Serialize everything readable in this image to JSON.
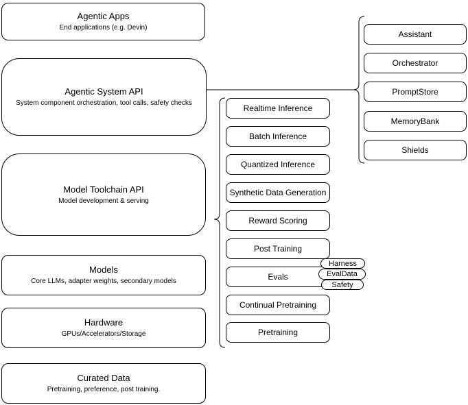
{
  "diagram": {
    "colors": {
      "stroke": "#000000",
      "background": "#ffffff",
      "text": "#000000"
    },
    "left_column": [
      {
        "title": "Agentic Apps",
        "subtitle": "End applications (e.g. Devin)"
      },
      {
        "title": "Agentic System API",
        "subtitle": "System component orchestration, tool calls, safety checks"
      },
      {
        "title": "Model Toolchain API",
        "subtitle": "Model development & serving"
      },
      {
        "title": "Models",
        "subtitle": "Core LLMs, adapter weights, secondary models"
      },
      {
        "title": "Hardware",
        "subtitle": "GPUs/Accelerators/Storage"
      },
      {
        "title": "Curated Data",
        "subtitle": "Pretraining, preference, post training."
      }
    ],
    "toolchain_components": [
      "Realtime Inference",
      "Batch Inference",
      "Quantized Inference",
      "Synthetic Data Generation",
      "Reward Scoring",
      "Post Training",
      "Evals",
      "Continual Pretraining",
      "Pretraining"
    ],
    "evals_tags": [
      "Harness",
      "EvalData",
      "Safety"
    ],
    "system_components": [
      "Assistant",
      "Orchestrator",
      "PromptStore",
      "MemoryBank",
      "Shields"
    ]
  }
}
